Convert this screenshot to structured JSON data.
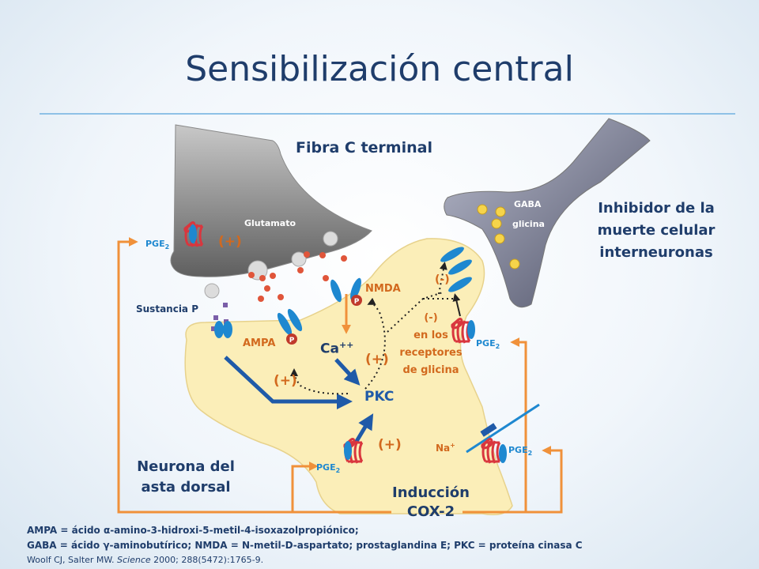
{
  "title": "Sensibilización central",
  "labels": {
    "fibra_c": "Fibra C terminal",
    "glutamato": "Glutamato",
    "gaba": "GABA",
    "glicina": "glicina",
    "inhibidor_line1": "Inhibidor de la",
    "inhibidor_line2": "muerte celular",
    "inhibidor_line3": "interneuronas",
    "sustancia_p": "Sustancia P",
    "nmda": "NMDA",
    "ampa": "AMPA",
    "ca": "Ca",
    "ca_sup": "++",
    "pkc": "PKC",
    "plus": "(+)",
    "minus": "(-)",
    "en_los": "en los",
    "receptores": "receptores",
    "de_glicina": "de glicina",
    "na": "Na",
    "na_sup": "+",
    "pge": "PGE",
    "pge_sub": "2",
    "neurona_line1": "Neurona del",
    "neurona_line2": "asta dorsal",
    "induccion": "Inducción",
    "cox2": "COX-2",
    "p_marker": "P"
  },
  "footer": {
    "line1": "AMPA = ácido α-amino-3-hidroxi-5-metil-4-isoxazolpropiónico;",
    "line2": "GABA = ácido γ-aminobutírico; NMDA = N-metil-D-aspartato; prostaglandina E; PKC = proteína cinasa C",
    "ref_authors": "Woolf CJ, Salter MW. ",
    "ref_journal": "Science",
    "ref_rest": " 2000; 288(5472):1765-9."
  },
  "colors": {
    "title": "#1f3d6b",
    "orange": "#f0913a",
    "blue_receptor": "#1e88d0",
    "red_receptor": "#d9363e",
    "neuron_fill": "#fbeeb8",
    "fiber_gray": "#8c8c8c",
    "interneuron": "#6e6e80",
    "glutamate_dot": "#e0553a",
    "glycine_dot": "#f6d44a",
    "substance_p": "#7a5ea8"
  }
}
